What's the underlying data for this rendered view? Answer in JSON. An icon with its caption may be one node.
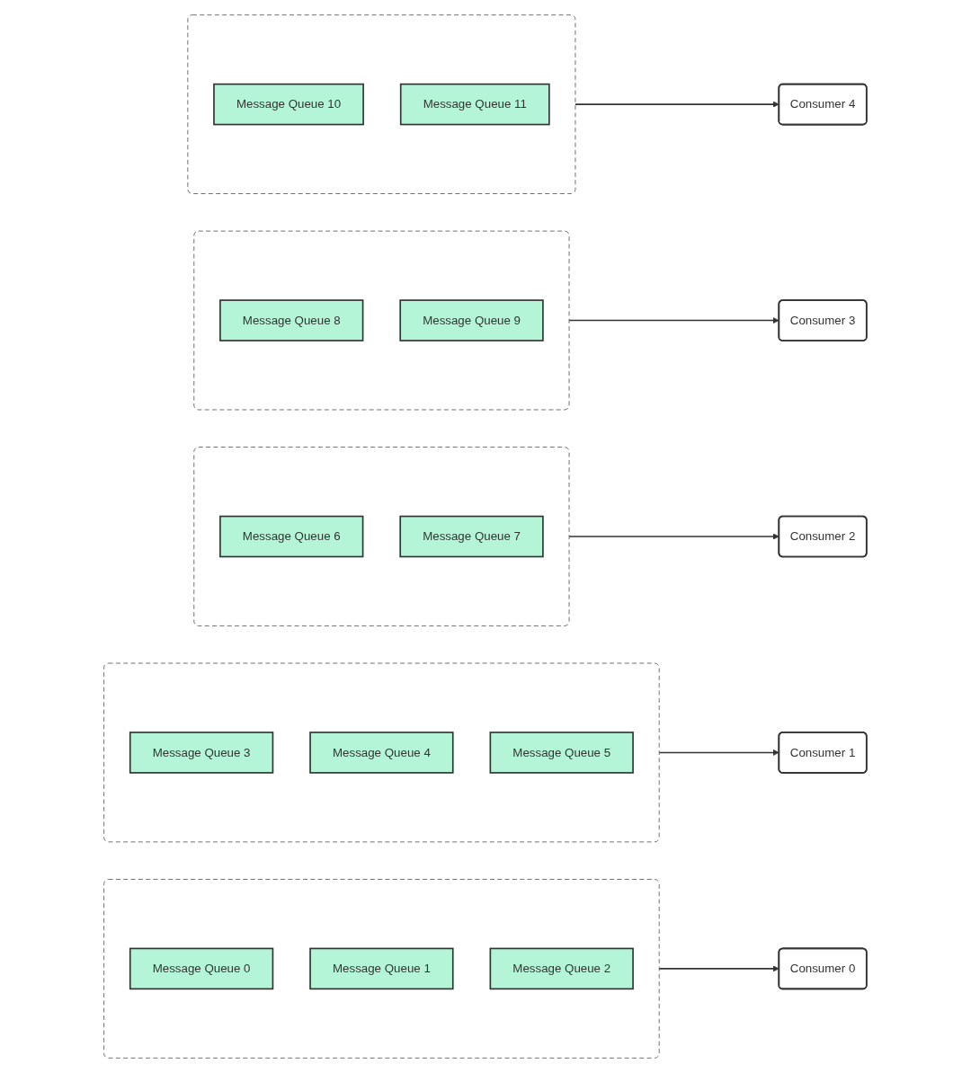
{
  "diagram": {
    "nodes": [
      {
        "text": [],
        "shape": "box"
      },
      {
        "text": [
          "Message Queue 0"
        ],
        "in": 0
      },
      {
        "text": [
          "Message Queue 1"
        ],
        "in": 0
      },
      {
        "text": [
          "Message Queue 2"
        ],
        "in": 0
      },
      {
        "text": [],
        "shape": "box"
      },
      {
        "text": [
          "Message Queue 3"
        ],
        "in": 4
      },
      {
        "text": [
          "Message Queue 4"
        ],
        "in": 4
      },
      {
        "text": [
          "Message Queue 5"
        ],
        "in": 4
      },
      {
        "text": [],
        "shape": "box"
      },
      {
        "text": [
          "Message Queue 6"
        ],
        "in": 8
      },
      {
        "text": [
          "Message Queue 7"
        ],
        "in": 8
      },
      {
        "text": [],
        "shape": "box"
      },
      {
        "text": [
          "Message Queue 8"
        ],
        "in": 11
      },
      {
        "text": [
          "Message Queue 9"
        ],
        "in": 11
      },
      {
        "text": [],
        "shape": "box"
      },
      {
        "text": [
          "Message Queue 10"
        ],
        "in": 14
      },
      {
        "text": [
          "Message Queue 11"
        ],
        "in": 14
      },
      {
        "text": [
          "Consumer 0"
        ]
      },
      {
        "text": [
          "Consumer 1"
        ]
      },
      {
        "text": [
          "Consumer 2"
        ]
      },
      {
        "text": [
          "Consumer 3"
        ]
      },
      {
        "text": [
          "Consumer 4"
        ]
      }
    ],
    "edges": [
      {
        "from": 0,
        "to": 17,
        "arrow": "to"
      },
      {
        "from": 4,
        "to": 18,
        "arrow": "to"
      },
      {
        "from": 8,
        "to": 19,
        "arrow": "to"
      },
      {
        "from": 11,
        "to": 20,
        "arrow": "to"
      },
      {
        "from": 14,
        "to": 21,
        "arrow": "to"
      }
    ]
  }
}
